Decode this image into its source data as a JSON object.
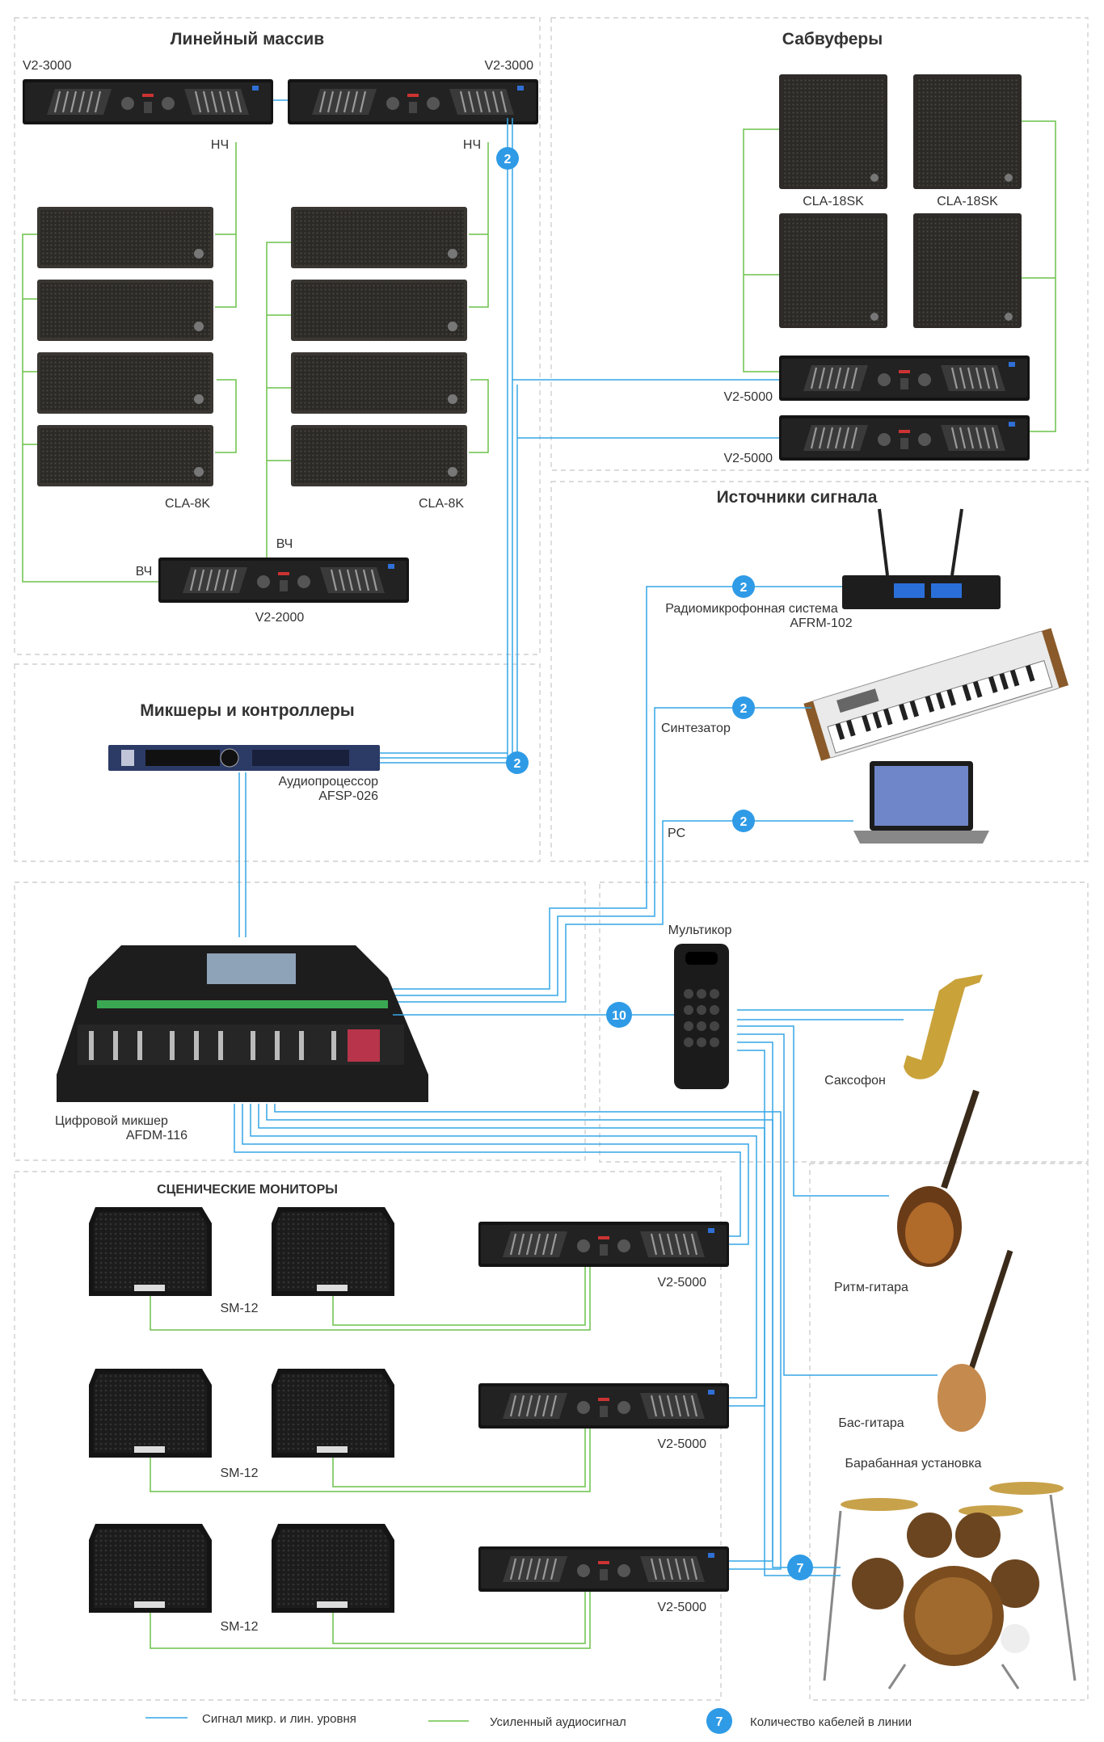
{
  "sections": {
    "line_array": "Линейный массив",
    "subwoofers": "Сабвуферы",
    "mixers": "Микшеры и контроллеры",
    "sources": "Источники сигнала",
    "monitors": "СЦЕНИЧЕСКИЕ МОНИТОРЫ"
  },
  "labels": {
    "amp_v2_3000_left": "V2-3000",
    "amp_v2_3000_right": "V2-3000",
    "lf_left": "НЧ",
    "lf_right": "НЧ",
    "hf_left": "ВЧ",
    "hf_right": "ВЧ",
    "cla8k_left": "CLA-8K",
    "cla8k_right": "CLA-8K",
    "amp_v2_2000": "V2-2000",
    "cla18sk_1": "CLA-18SK",
    "cla18sk_2": "CLA-18SK",
    "sub_amp_1": "V2-5000",
    "sub_amp_2": "V2-5000",
    "radio_mic_line1": "Радиомикрофонная система",
    "radio_mic_line2": "AFRM-102",
    "synth": "Синтезатор",
    "pc": "PC",
    "processor_line1": "Аудиопроцессор",
    "processor_line2": "AFSP-026",
    "multicore": "Мультикор",
    "mixer_line1": "Цифровой микшер",
    "mixer_line2": "AFDM-116",
    "sax": "Саксофон",
    "rhythm_guitar": "Ритм-гитара",
    "bass_guitar": "Бас-гитара",
    "drums": "Барабанная установка",
    "sm12_1": "SM-12",
    "sm12_2": "SM-12",
    "sm12_3": "SM-12",
    "mon_amp_1": "V2-5000",
    "mon_amp_2": "V2-5000",
    "mon_amp_3": "V2-5000"
  },
  "badges": {
    "line_array": "2",
    "processor": "2",
    "radio_mic": "2",
    "synth": "2",
    "pc": "2",
    "multicore": "10",
    "drums": "7"
  },
  "legend": {
    "signal": "Сигнал микр. и лин. уровня",
    "amplified": "Усиленный аудиосигнал",
    "badge_example": "7",
    "cable_count": "Количество кабелей в линии"
  },
  "colors": {
    "signal_line": "#35a6e6",
    "amplified_line": "#6cc24a",
    "badge": "#2f9be6",
    "device_dark": "#1a1a1a"
  }
}
